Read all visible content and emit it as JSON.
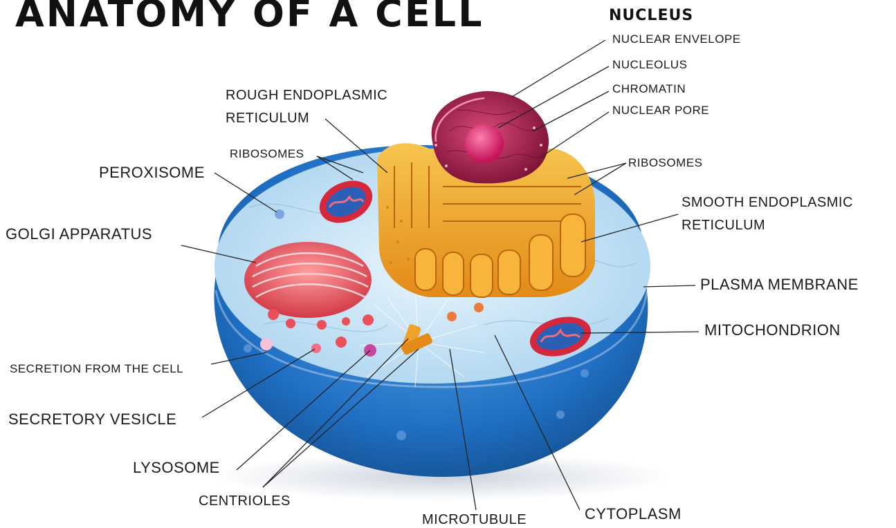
{
  "title": "ANATOMY OF A CELL",
  "labels": {
    "nucleus": "NUCLEUS",
    "nuclear_envelope": "NUCLEAR ENVELOPE",
    "nucleolus": "NUCLEOLUS",
    "chromatin": "CHROMATIN",
    "nuclear_pore": "NUCLEAR PORE",
    "ribosomes_right": "RIBOSOMES",
    "smooth_er_1": "SMOOTH ENDOPLASMIC",
    "smooth_er_2": "RETICULUM",
    "plasma_membrane": "PLASMA MEMBRANE",
    "mitochondrion": "MITOCHONDRION",
    "cytoplasm": "CYTOPLASM",
    "microtubule": "MICROTUBULE",
    "centrioles": "CENTRIOLES",
    "lysosome": "LYSOSOME",
    "secretory_vesicle": "SECRETORY VESICLE",
    "secretion": "SECRETION FROM THE CELL",
    "golgi": "GOLGI APPARATUS",
    "peroxisome": "PEROXISOME",
    "ribosomes_left": "RIBOSOMES",
    "rough_er_1": "ROUGH ENDOPLASMIC",
    "rough_er_2": "RETICULUM"
  },
  "colors": {
    "cell_outer": "#1f6fc4",
    "cell_inner": "#bfe0f5",
    "er": "#f2a12a",
    "nucleus": "#b0224a",
    "golgi": "#e8505a",
    "mitochondrion": "#d6283c"
  }
}
